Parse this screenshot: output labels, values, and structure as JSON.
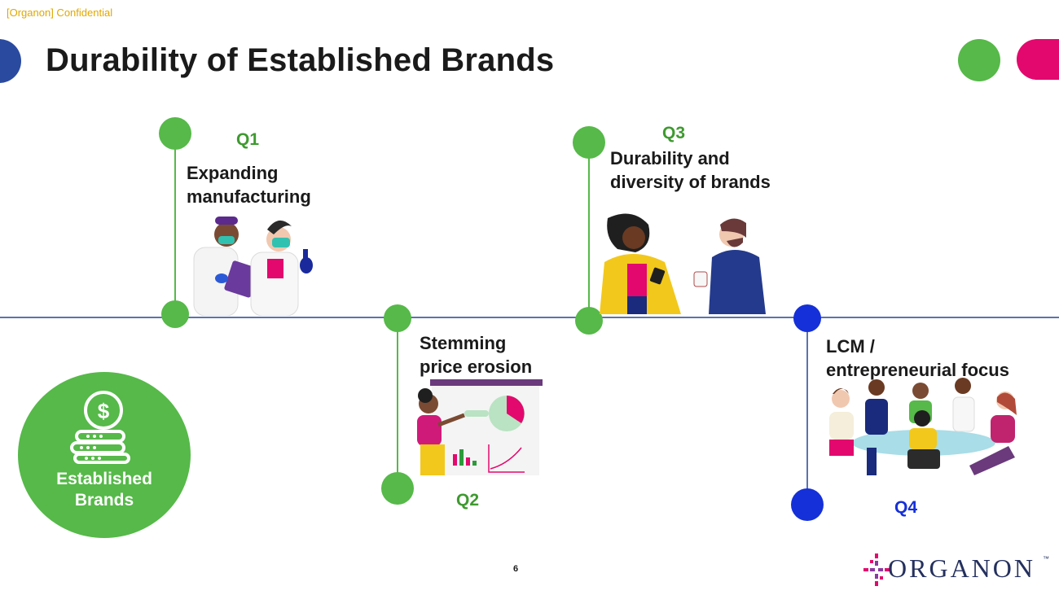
{
  "header": {
    "confidential": "[Organon] Confidential",
    "title": "Durability of Established Brands"
  },
  "hub": {
    "label_line1": "Established",
    "label_line2": "Brands",
    "icon": "dollar-coin-stack-icon"
  },
  "timeline": {
    "q1": {
      "label": "Q1",
      "line1": "Expanding",
      "line2": "manufacturing"
    },
    "q2": {
      "label": "Q2",
      "line1": "Stemming",
      "line2": "price erosion"
    },
    "q3": {
      "label": "Q3",
      "line1": "Durability and",
      "line2": "diversity of brands"
    },
    "q4": {
      "label": "Q4",
      "line1": "LCM /",
      "line2": "entrepreneurial focus"
    }
  },
  "colors": {
    "green": "#56b949",
    "green_text": "#3e9a2f",
    "blue": "#1530d8",
    "axis": "#5b73ad",
    "pink": "#e3086e",
    "navy": "#2a4aa0"
  },
  "footer": {
    "page_number": "6",
    "logo_text": "ORGANON",
    "tm": "™"
  }
}
